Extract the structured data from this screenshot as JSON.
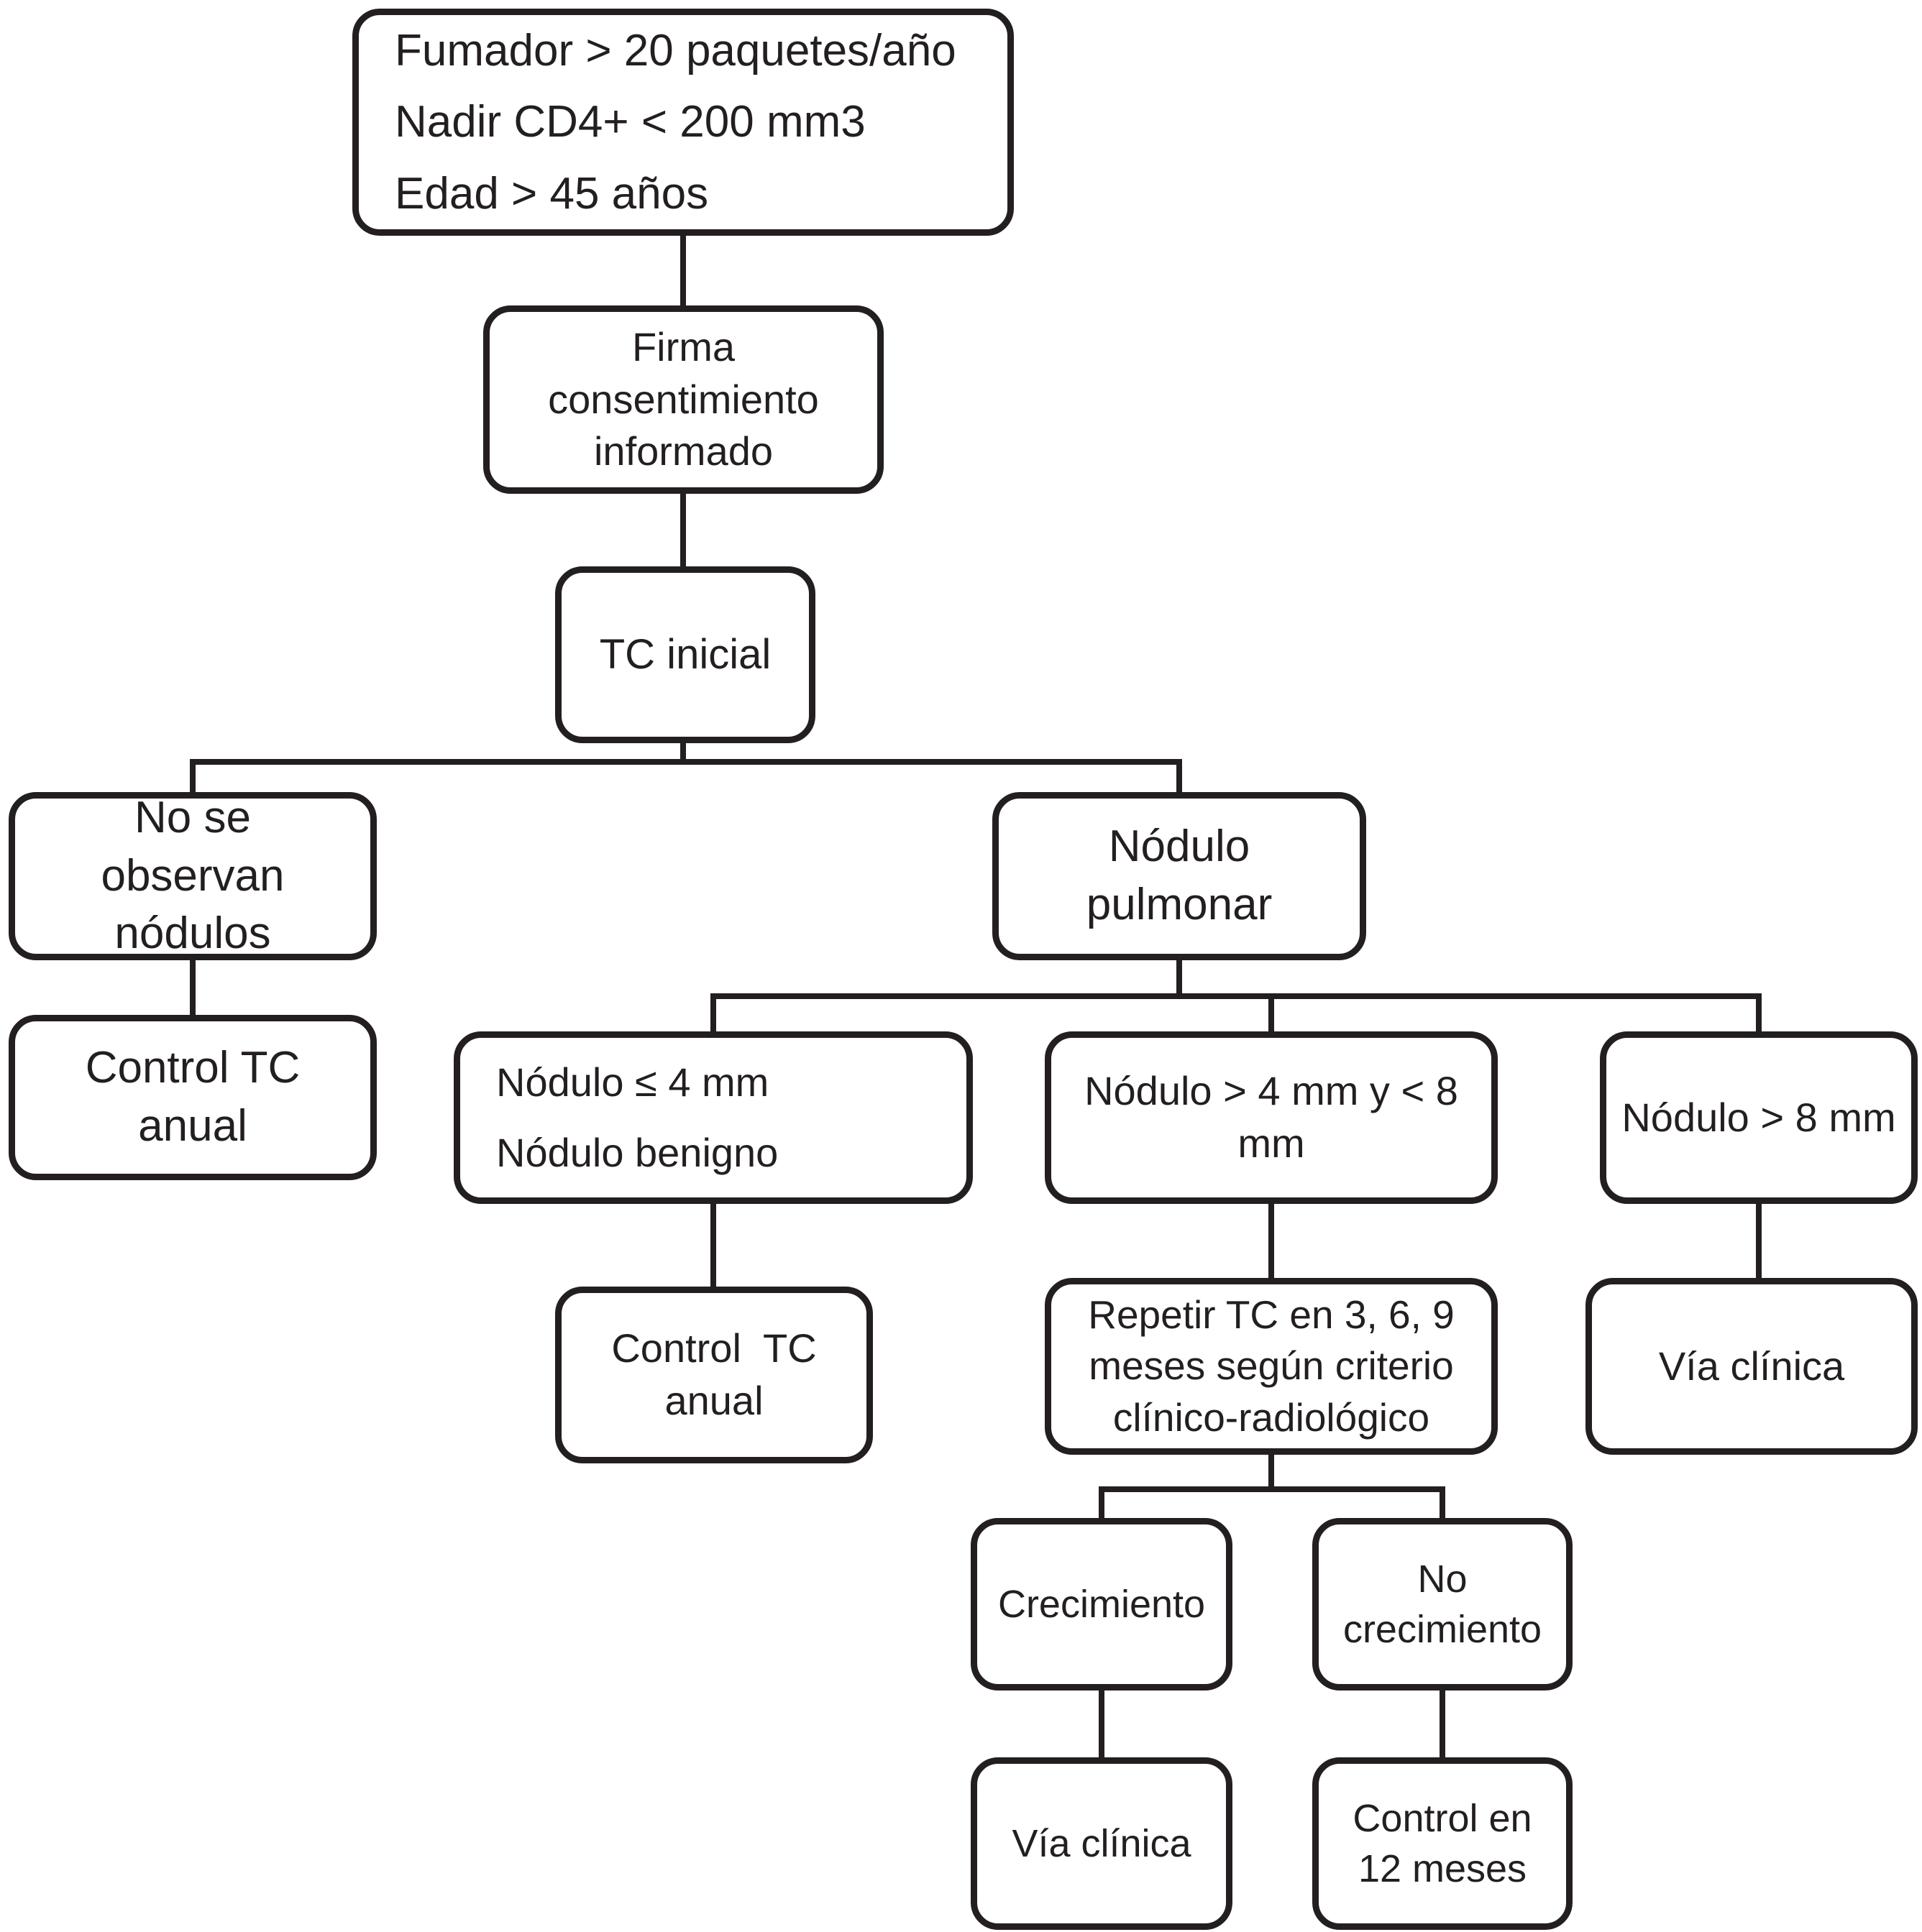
{
  "diagram": {
    "type": "flowchart",
    "language": "es",
    "colors": {
      "stroke": "#231f20",
      "text": "#231f20",
      "background": "#ffffff"
    },
    "nodes": {
      "criteria": {
        "lines": [
          "Fumador > 20 paquetes/año",
          "Nadir CD4+ < 200 mm3",
          "Edad > 45 años"
        ]
      },
      "firma": {
        "lines": [
          "Firma",
          "consentimiento",
          "informado"
        ]
      },
      "tc_inicial": {
        "lines": [
          "TC inicial"
        ]
      },
      "no_nodulos": {
        "lines": [
          "No se",
          "observan",
          "nódulos"
        ]
      },
      "nodulo_pulmonar": {
        "lines": [
          "Nódulo",
          "pulmonar"
        ]
      },
      "control_tc_izq": {
        "lines": [
          "Control TC",
          "anual"
        ]
      },
      "nodulo_menor_4": {
        "lines": [
          "Nódulo ≤ 4 mm",
          "Nódulo benigno"
        ]
      },
      "nodulo_4_a_8": {
        "lines": [
          "Nódulo > 4 mm y < 8",
          "mm"
        ]
      },
      "nodulo_mayor_8": {
        "lines": [
          "Nódulo > 8 mm"
        ]
      },
      "control_tc_der": {
        "lines": [
          "Control  TC",
          "anual"
        ]
      },
      "repetir_tc": {
        "lines": [
          "Repetir TC en 3, 6, 9",
          "meses según criterio",
          "clínico-radiológico"
        ]
      },
      "via_clinica_der": {
        "lines": [
          "Vía clínica"
        ]
      },
      "crecimiento": {
        "lines": [
          "Crecimiento"
        ]
      },
      "no_crecimiento": {
        "lines": [
          "No",
          "crecimiento"
        ]
      },
      "via_clinica_inf": {
        "lines": [
          "Vía clínica"
        ]
      },
      "control_12": {
        "lines": [
          "Control en",
          "12 meses"
        ]
      }
    },
    "edges": [
      {
        "from": "criteria",
        "to": "firma"
      },
      {
        "from": "firma",
        "to": "tc_inicial"
      },
      {
        "from": "tc_inicial",
        "to": "no_nodulos"
      },
      {
        "from": "tc_inicial",
        "to": "nodulo_pulmonar"
      },
      {
        "from": "no_nodulos",
        "to": "control_tc_izq"
      },
      {
        "from": "nodulo_pulmonar",
        "to": "nodulo_menor_4"
      },
      {
        "from": "nodulo_pulmonar",
        "to": "nodulo_4_a_8"
      },
      {
        "from": "nodulo_pulmonar",
        "to": "nodulo_mayor_8"
      },
      {
        "from": "nodulo_menor_4",
        "to": "control_tc_der"
      },
      {
        "from": "nodulo_4_a_8",
        "to": "repetir_tc"
      },
      {
        "from": "nodulo_mayor_8",
        "to": "via_clinica_der"
      },
      {
        "from": "repetir_tc",
        "to": "crecimiento"
      },
      {
        "from": "repetir_tc",
        "to": "no_crecimiento"
      },
      {
        "from": "crecimiento",
        "to": "via_clinica_inf"
      },
      {
        "from": "no_crecimiento",
        "to": "control_12"
      }
    ]
  }
}
